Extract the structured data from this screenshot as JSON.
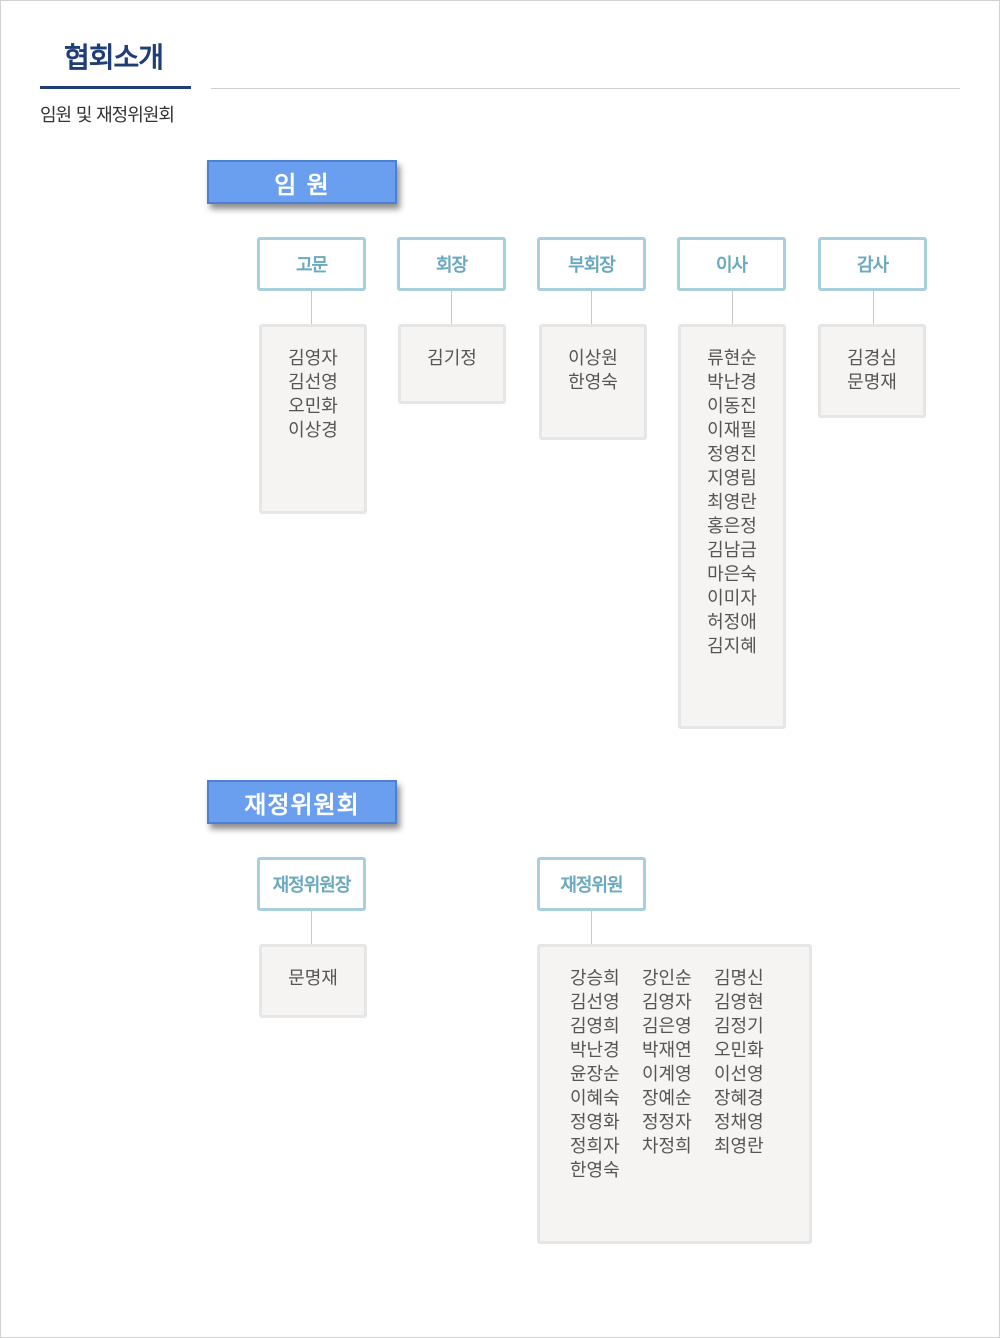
{
  "page": {
    "title": "협회소개",
    "subtitle": "임원 및 재정위원회"
  },
  "officers": {
    "header": "임 원",
    "roles": [
      {
        "label": "고문",
        "members": [
          "김영자",
          "김선영",
          "오민화",
          "이상경"
        ]
      },
      {
        "label": "회장",
        "members": [
          "김기정"
        ]
      },
      {
        "label": "부회장",
        "members": [
          "이상원",
          "한영숙"
        ]
      },
      {
        "label": "이사",
        "members": [
          "류현순",
          "박난경",
          "이동진",
          "이재필",
          "정영진",
          "지영림",
          "최영란",
          "홍은정",
          "김남금",
          "마은숙",
          "이미자",
          "허정애",
          "김지혜"
        ]
      },
      {
        "label": "감사",
        "members": [
          "김경심",
          "문명재"
        ]
      }
    ]
  },
  "finance_committee": {
    "header": "재정위원회",
    "chair": {
      "label": "재정위원장",
      "members": [
        "문명재"
      ]
    },
    "committee": {
      "label": "재정위원",
      "members": [
        "강승희",
        "강인순",
        "김명신",
        "김선영",
        "김영자",
        "김영현",
        "김영희",
        "김은영",
        "김정기",
        "박난경",
        "박재연",
        "오민화",
        "윤장순",
        "이계영",
        "이선영",
        "이혜숙",
        "장예순",
        "장혜경",
        "정영화",
        "정정자",
        "정채영",
        "정희자",
        "차정희",
        "최영란",
        "한영숙"
      ]
    }
  },
  "colors": {
    "title": "#1f3d76",
    "section_header_bg": "#6a9ff0",
    "role_border": "#a8d0dc",
    "role_text": "#6aa9bf",
    "name_box_bg": "#f6f3f3"
  }
}
